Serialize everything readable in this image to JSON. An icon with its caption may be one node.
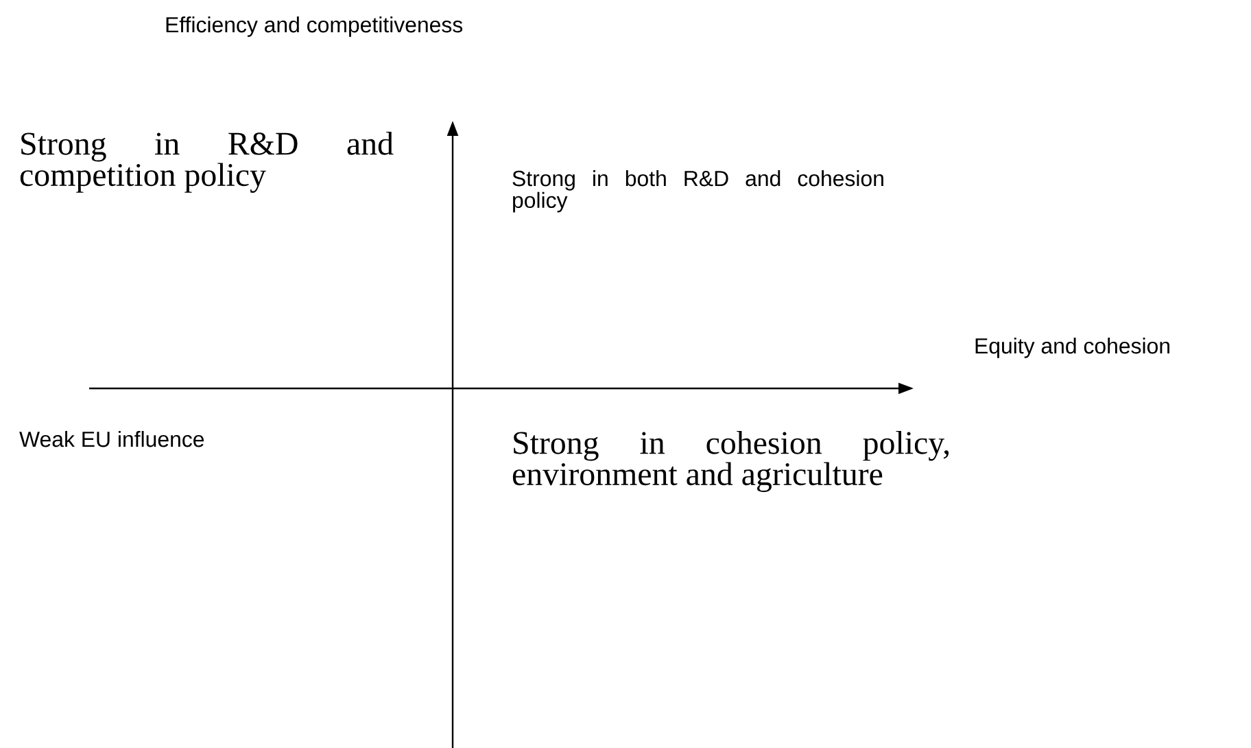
{
  "diagram": {
    "labels": [
      "Efficiency and competitiveness",
      "Strong in R&D and competition policy",
      "Strong in both R&D and cohesion policy",
      "Equity and cohesion",
      "Weak EU influence",
      "Strong in cohesion policy, environment and agriculture"
    ]
  }
}
